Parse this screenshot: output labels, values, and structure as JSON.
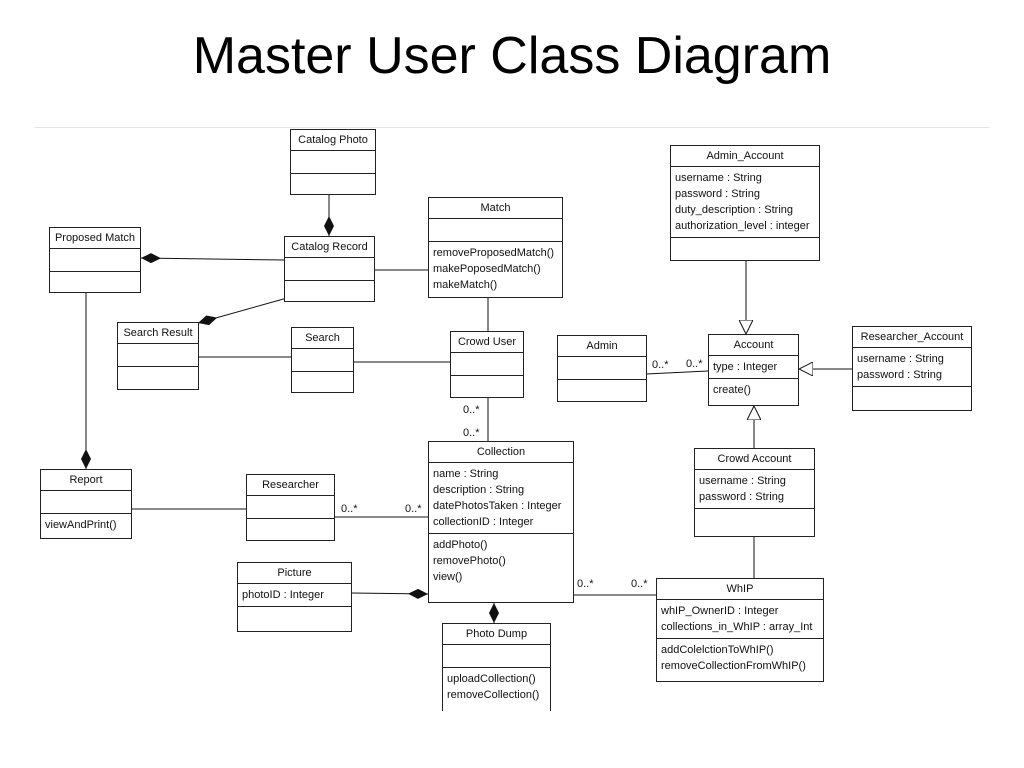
{
  "title": "Master User Class Diagram",
  "classes": {
    "catalog_photo": {
      "name": "Catalog Photo"
    },
    "catalog_record": {
      "name": "Catalog Record"
    },
    "match": {
      "name": "Match",
      "methods": [
        "removeProposedMatch()",
        "makePoposedMatch()",
        "makeMatch()"
      ]
    },
    "proposed_match": {
      "name": "Proposed Match"
    },
    "search_result": {
      "name": "Search Result"
    },
    "search": {
      "name": "Search"
    },
    "crowd_user": {
      "name": "Crowd User"
    },
    "admin_account": {
      "name": "Admin_Account",
      "attributes": [
        "username : String",
        "password : String",
        "duty_description : String",
        "authorization_level : integer"
      ]
    },
    "admin": {
      "name": "Admin"
    },
    "account": {
      "name": "Account",
      "attributes": [
        "type : Integer"
      ],
      "methods": [
        "create()"
      ]
    },
    "researcher_account": {
      "name": "Researcher_Account",
      "attributes": [
        "username : String",
        "password : String"
      ]
    },
    "crowd_account": {
      "name": "Crowd Account",
      "attributes": [
        "username : String",
        "password : String"
      ]
    },
    "report": {
      "name": "Report",
      "methods": [
        "viewAndPrint()"
      ]
    },
    "researcher": {
      "name": "Researcher"
    },
    "collection": {
      "name": "Collection",
      "attributes": [
        "name : String",
        "description : String",
        "datePhotosTaken : Integer",
        "collectionID : Integer"
      ],
      "methods": [
        "addPhoto()",
        "removePhoto()",
        "view()"
      ]
    },
    "picture": {
      "name": "Picture",
      "attributes": [
        "photoID : Integer"
      ]
    },
    "photo_dump": {
      "name": "Photo Dump",
      "methods": [
        "uploadCollection()",
        "removeCollection()"
      ]
    },
    "whip": {
      "name": "WhIP",
      "attributes": [
        "whIP_OwnerID : Integer",
        "collections_in_WhIP : array_Int"
      ],
      "methods": [
        "addColelctionToWhIP()",
        "removeCollectionFromWhIP()"
      ]
    }
  },
  "multiplicities": {
    "crowduser_collection_a": "0..*",
    "crowduser_collection_b": "0..*",
    "admin_account_a": "0..*",
    "admin_account_b": "0..*",
    "researcher_collection_a": "0..*",
    "researcher_collection_b": "0..*",
    "collection_whip_a": "0..*",
    "collection_whip_b": "0..*"
  }
}
